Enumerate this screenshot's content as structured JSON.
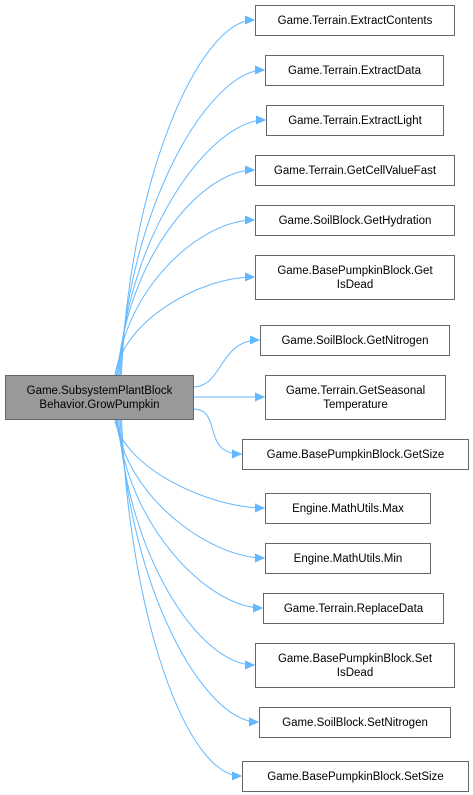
{
  "colors": {
    "edge": "#63b8ff",
    "node_border": "#666666",
    "node_fill": "#ffffff",
    "root_fill": "#999999",
    "root_border": "#666666"
  },
  "root": {
    "lines": [
      "Game.SubsystemPlantBlock",
      "Behavior.GrowPumpkin"
    ]
  },
  "targets": [
    {
      "lines": [
        "Game.Terrain.ExtractContents"
      ]
    },
    {
      "lines": [
        "Game.Terrain.ExtractData"
      ]
    },
    {
      "lines": [
        "Game.Terrain.ExtractLight"
      ]
    },
    {
      "lines": [
        "Game.Terrain.GetCellValueFast"
      ]
    },
    {
      "lines": [
        "Game.SoilBlock.GetHydration"
      ]
    },
    {
      "lines": [
        "Game.BasePumpkinBlock.Get",
        "IsDead"
      ]
    },
    {
      "lines": [
        "Game.SoilBlock.GetNitrogen"
      ]
    },
    {
      "lines": [
        "Game.Terrain.GetSeasonal",
        "Temperature"
      ]
    },
    {
      "lines": [
        "Game.BasePumpkinBlock.GetSize"
      ]
    },
    {
      "lines": [
        "Engine.MathUtils.Max"
      ]
    },
    {
      "lines": [
        "Engine.MathUtils.Min"
      ]
    },
    {
      "lines": [
        "Game.Terrain.ReplaceData"
      ]
    },
    {
      "lines": [
        "Game.BasePumpkinBlock.Set",
        "IsDead"
      ]
    },
    {
      "lines": [
        "Game.SoilBlock.SetNitrogen"
      ]
    },
    {
      "lines": [
        "Game.BasePumpkinBlock.SetSize"
      ]
    }
  ]
}
